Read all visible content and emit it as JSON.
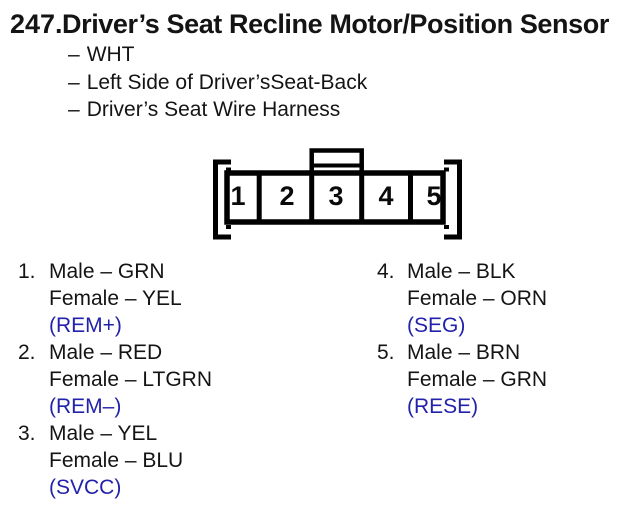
{
  "header": {
    "number": "247.",
    "title": "Driver’s Seat Recline Motor/Position Sensor"
  },
  "attributes": {
    "dash": "–",
    "items": [
      "WHT",
      "Left Side of Driver’sSeat-Back",
      "Driver’s Seat Wire Harness"
    ]
  },
  "connector": {
    "pins": [
      "1",
      "2",
      "3",
      "4",
      "5"
    ]
  },
  "pin_table": {
    "left": [
      {
        "num": "1.",
        "male": "Male – GRN",
        "female": "Female – YEL",
        "signal": "(REM+)"
      },
      {
        "num": "2.",
        "male": "Male – RED",
        "female": "Female – LTGRN",
        "signal": "(REM–)"
      },
      {
        "num": "3.",
        "male": "Male – YEL",
        "female": "Female – BLU",
        "signal": "(SVCC)"
      }
    ],
    "right": [
      {
        "num": "4.",
        "male": "Male – BLK",
        "female": "Female – ORN",
        "signal": "(SEG)"
      },
      {
        "num": "5.",
        "male": "Male – BRN",
        "female": "Female – GRN",
        "signal": "(RESE)"
      }
    ]
  },
  "colors": {
    "signal_blue": "#2222aa",
    "ink": "#141414",
    "diagram_line": "#000000",
    "background": "#ffffff"
  }
}
